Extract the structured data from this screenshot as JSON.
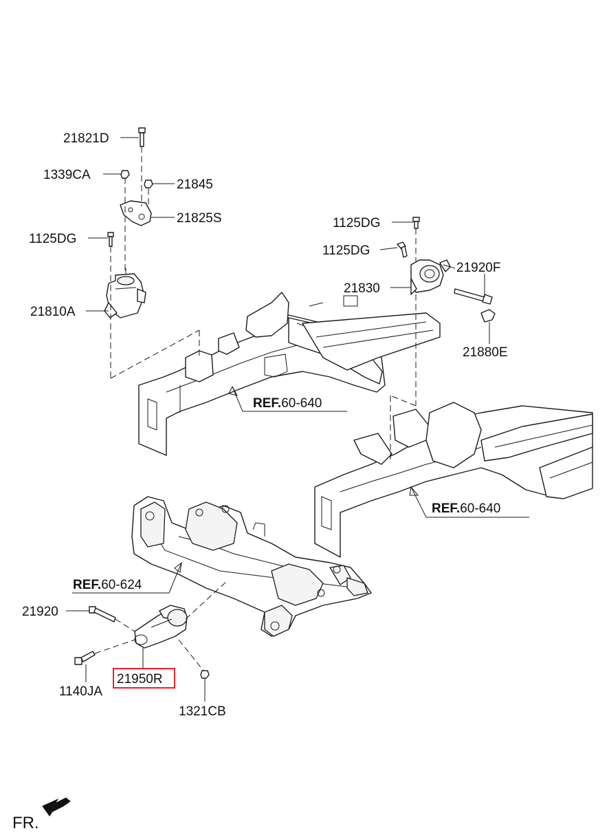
{
  "labels": {
    "p21821D": "21821D",
    "p1339CA": "1339CA",
    "p21845": "21845",
    "p21825S": "21825S",
    "p1125DG_a": "1125DG",
    "p21810A": "21810A",
    "p1125DG_b": "1125DG",
    "p1125DG_c": "1125DG",
    "p21920F": "21920F",
    "p21830": "21830",
    "p21880E": "21880E",
    "p21920": "21920",
    "p1140JA": "1140JA",
    "p21950R": "21950R",
    "p1321CB": "1321CB"
  },
  "refs": {
    "upper": {
      "bold": "REF.",
      "num": "60-640"
    },
    "right": {
      "bold": "REF.",
      "num": "60-640"
    },
    "subframe": {
      "bold": "REF.",
      "num": "60-624"
    }
  },
  "direction": {
    "label": "FR."
  },
  "highlight": {
    "part": "21950R",
    "color": "#e0242b"
  }
}
